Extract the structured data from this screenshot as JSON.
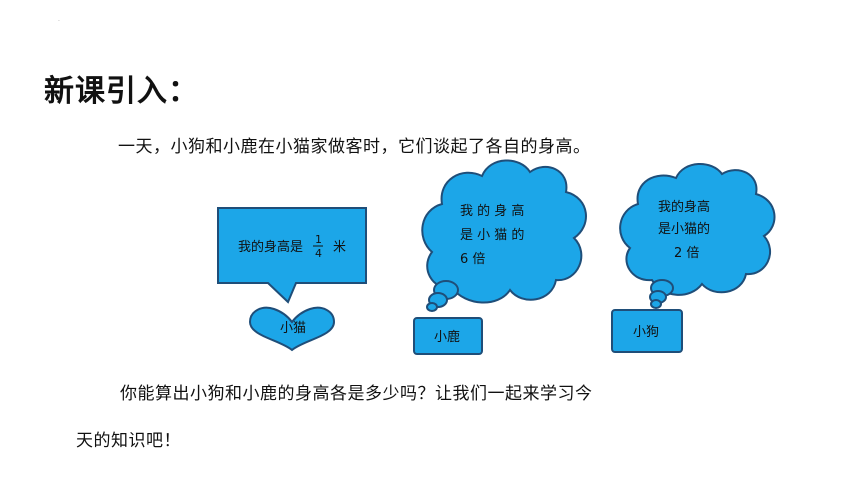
{
  "header": {
    "mark": "·",
    "title": "新课引入："
  },
  "intro": "一天，小狗和小鹿在小猫家做客时，它们谈起了各自的身高。",
  "cat": {
    "speech_prefix": "我的身高是",
    "fraction_num": "1",
    "fraction_den": "4",
    "unit": "米",
    "name": "小猫"
  },
  "deer": {
    "thought_line1": "我 的 身 高",
    "thought_line2": "是 小 猫 的",
    "thought_line3": "6  倍",
    "name": "小鹿"
  },
  "dog": {
    "thought_line1": "我的身高",
    "thought_line2": "是小猫的",
    "thought_line3": "2  倍",
    "name": "小狗"
  },
  "question": {
    "line1": "你能算出小狗和小鹿的身高各是多少吗？让我们一起来学习今",
    "line2": "天的知识吧！"
  },
  "colors": {
    "fill": "#1ca6e8",
    "stroke": "#1f4e79"
  }
}
